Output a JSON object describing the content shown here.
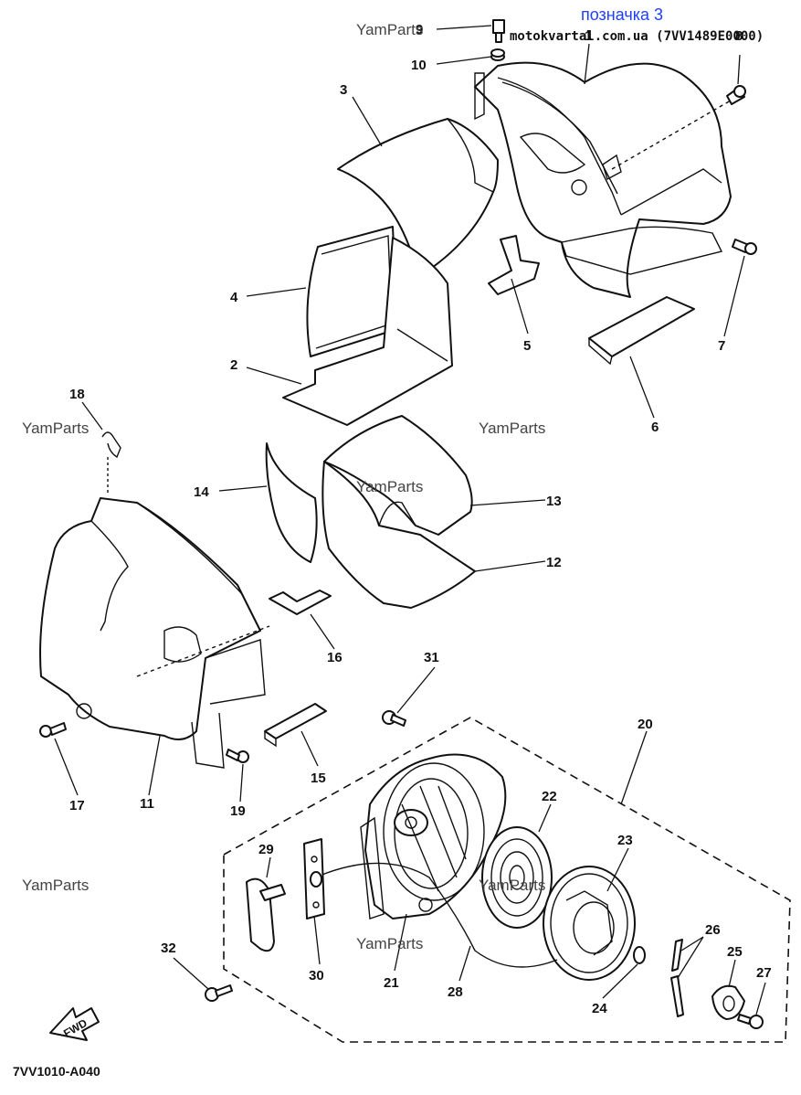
{
  "header": {
    "title": "позначка 3",
    "source": "motokvartal.com.ua (7VV1489E0000)"
  },
  "watermark": "YamParts",
  "diagram_code": "7VV1010-A040",
  "fwd_label": "FWD",
  "callouts": [
    "1",
    "2",
    "3",
    "4",
    "5",
    "6",
    "7",
    "8",
    "9",
    "10",
    "11",
    "12",
    "13",
    "14",
    "15",
    "16",
    "17",
    "18",
    "19",
    "20",
    "21",
    "22",
    "23",
    "24",
    "25",
    "26",
    "27",
    "28",
    "29",
    "30",
    "31",
    "32"
  ]
}
